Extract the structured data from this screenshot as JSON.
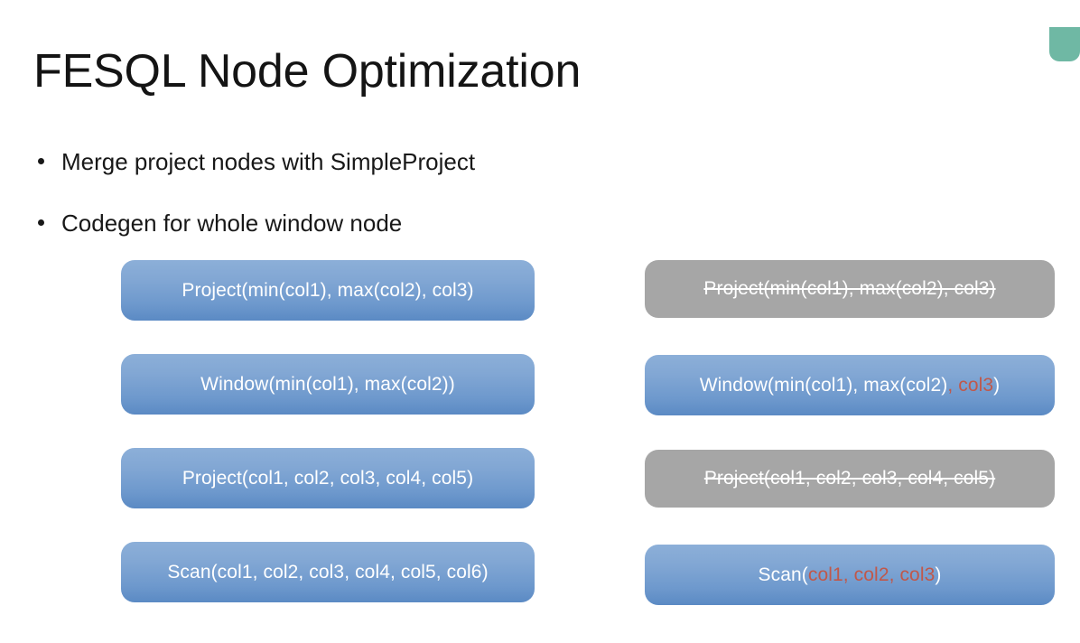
{
  "slide": {
    "title": "FESQL Node Optimization",
    "bullets": [
      "Merge project nodes with SimpleProject",
      "Codegen for whole window node"
    ]
  },
  "colors": {
    "accent_teal": "#6fb8a4",
    "node_blue_top": "#8CAFD8",
    "node_blue_bottom": "#5B8AC4",
    "node_grey": "#a6a6a6",
    "highlight_red": "#c0584a",
    "node_text": "#ffffff",
    "title_text": "#141414"
  },
  "diagram": {
    "before_column": {
      "name": "before-optimization",
      "nodes": [
        {
          "id": "before-project-top",
          "style": "blue",
          "strikethrough": false,
          "text": "Project(min(col1), max(col2), col3)",
          "segments": [
            {
              "text": "Project(min(col1), max(col2), col3)",
              "highlight": false
            }
          ]
        },
        {
          "id": "before-window",
          "style": "blue",
          "strikethrough": false,
          "text": "Window(min(col1), max(col2))",
          "segments": [
            {
              "text": "Window(min(col1), max(col2))",
              "highlight": false
            }
          ]
        },
        {
          "id": "before-project-lower",
          "style": "blue",
          "strikethrough": false,
          "text": "Project(col1, col2, col3, col4, col5)",
          "segments": [
            {
              "text": "Project(col1, col2, col3, col4, col5)",
              "highlight": false
            }
          ]
        },
        {
          "id": "before-scan",
          "style": "blue",
          "strikethrough": false,
          "text": "Scan(col1, col2, col3, col4, col5, col6)",
          "segments": [
            {
              "text": "Scan(col1, col2, col3, col4, col5, col6)",
              "highlight": false
            }
          ]
        }
      ]
    },
    "after_column": {
      "name": "after-optimization",
      "nodes": [
        {
          "id": "after-project-top",
          "style": "grey",
          "strikethrough": true,
          "text": "Project(min(col1), max(col2), col3)",
          "segments": [
            {
              "text": "Project(min(col1), max(col2), col3)",
              "highlight": false
            }
          ]
        },
        {
          "id": "after-window",
          "style": "blue",
          "strikethrough": false,
          "text": "Window(min(col1), max(col2), col3)",
          "segments": [
            {
              "text": "Window(min(col1), max(col2)",
              "highlight": false
            },
            {
              "text": ", col3",
              "highlight": true
            },
            {
              "text": ")",
              "highlight": false
            }
          ]
        },
        {
          "id": "after-project-lower",
          "style": "grey",
          "strikethrough": true,
          "text": "Project(col1, col2, col3, col4, col5)",
          "segments": [
            {
              "text": "Project(col1, col2, col3, col4, col5)",
              "highlight": false
            }
          ]
        },
        {
          "id": "after-scan",
          "style": "blue",
          "strikethrough": false,
          "text": "Scan(col1, col2, col3)",
          "segments": [
            {
              "text": "Scan(",
              "highlight": false
            },
            {
              "text": "col1, col2, col3",
              "highlight": true
            },
            {
              "text": ")",
              "highlight": false
            }
          ]
        }
      ]
    }
  }
}
